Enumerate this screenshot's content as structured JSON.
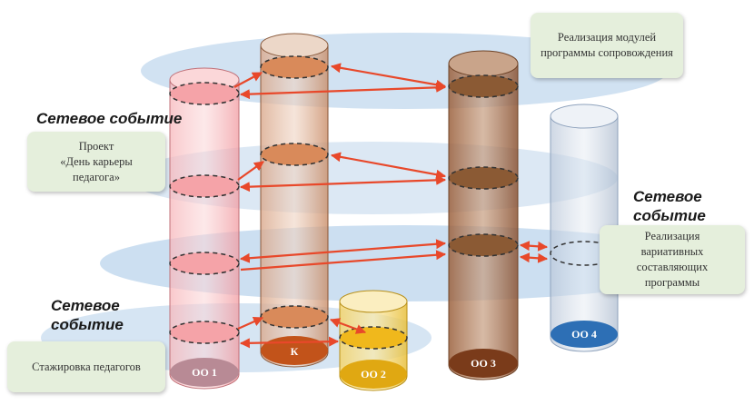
{
  "event_labels": {
    "top": "Сетевое событие",
    "right_line1": "Сетевое",
    "right_line2": "событие",
    "bottom_line1": "Сетевое",
    "bottom_line2": "событие"
  },
  "notes": {
    "modules": [
      "Реализация модулей",
      "программы сопровождения"
    ],
    "project": [
      "Проект",
      "«День карьеры",
      "педагога»"
    ],
    "variative": [
      "Реализация",
      "вариативных",
      "составляющих",
      "программы"
    ],
    "internship": "Стажировка педагогов"
  },
  "columns": {
    "oo1": "ОО 1",
    "k": "К",
    "oo2": "ОО 2",
    "oo3": "ОО 3",
    "oo4": "ОО 4"
  },
  "colors": {
    "plane": "#c9ddf0",
    "arrow": "#e8482a",
    "oo1": "#f5a3a8",
    "k": "#d98a5a",
    "oo2": "#f2c832",
    "oo3": "#a0623a",
    "oo4": "#c7d3e2"
  }
}
